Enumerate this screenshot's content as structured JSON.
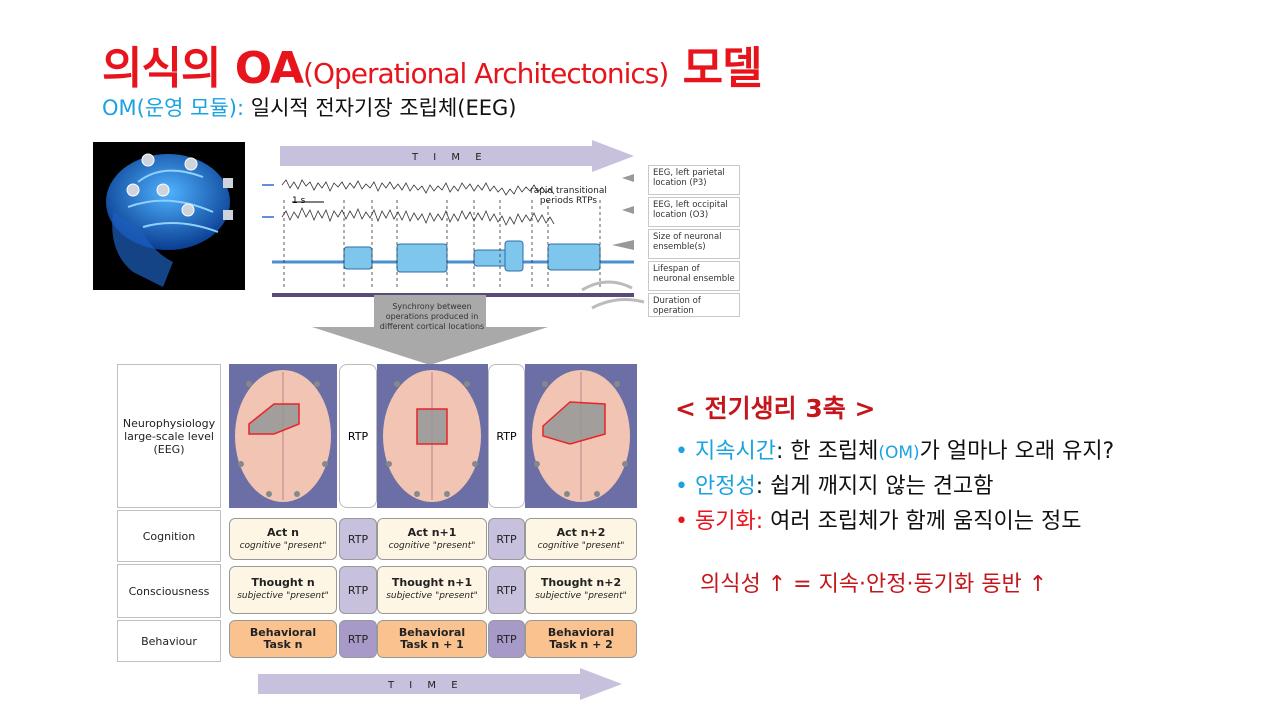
{
  "title": {
    "main": "의식의 OA",
    "paren": "(Operational Architectonics)",
    "tail": " 모델"
  },
  "subtitle": {
    "highlight": "OM(운영 모듈):",
    "rest": " 일시적 전자기장 조립체(EEG)"
  },
  "eeg_panel": {
    "time_label": "T I M E",
    "one_second": "1 s",
    "rtp_note_1": "rapid transitional",
    "rtp_note_2": "periods RTPs",
    "legend": [
      "EEG, left parietal location (P3)",
      "EEG, left occipital location (O3)",
      "Size of neuronal ensemble(s)",
      "Lifespan of neuronal ensemble",
      "Duration of operation"
    ],
    "synchrony": "Synchrony between operations produced in different cortical locations"
  },
  "grid": {
    "row_labels": [
      "Neurophysiology large-scale level (EEG)",
      "Cognition",
      "Consciousness",
      "Behaviour"
    ],
    "rtp": "RTP",
    "cognition": [
      {
        "title": "Act n",
        "sub": "cognitive \"present\""
      },
      {
        "title": "Act n+1",
        "sub": "cognitive \"present\""
      },
      {
        "title": "Act n+2",
        "sub": "cognitive \"present\""
      }
    ],
    "consciousness": [
      {
        "title": "Thought n",
        "sub": "subjective \"present\""
      },
      {
        "title": "Thought n+1",
        "sub": "subjective \"present\""
      },
      {
        "title": "Thought n+2",
        "sub": "subjective \"present\""
      }
    ],
    "behaviour": [
      {
        "title": "Behavioral",
        "sub": "Task n"
      },
      {
        "title": "Behavioral",
        "sub": "Task n + 1"
      },
      {
        "title": "Behavioral",
        "sub": "Task n + 2"
      }
    ],
    "time_label": "T I M E"
  },
  "right_panel": {
    "heading": "< 전기생리 3축 >",
    "bullets": [
      {
        "dot": "•",
        "key": "지속시간",
        "sep": ": 한 조립체",
        "om": "(OM)",
        "rest": "가 얼마나 오래 유지?"
      },
      {
        "dot": "•",
        "key": "안정성",
        "sep": ": 쉽게 깨지지 않는 견고함",
        "om": "",
        "rest": ""
      },
      {
        "dot": "•",
        "key": "동기화:",
        "sep": " 여러 조립체가 함께 움직이는 정도",
        "om": "",
        "rest": ""
      }
    ],
    "summary": "의식성 ↑ = 지속·안정·동기화 동반 ↑"
  },
  "colors": {
    "title_red": "#e8141c",
    "accent_blue": "#1aa3e0",
    "dark_red": "#c4161c",
    "brain_bg": "#6b6fa6",
    "rtp_fill": "#c7c1dd",
    "cell_fill": "#fdf6e4",
    "behav_fill": "#f9c28f"
  }
}
